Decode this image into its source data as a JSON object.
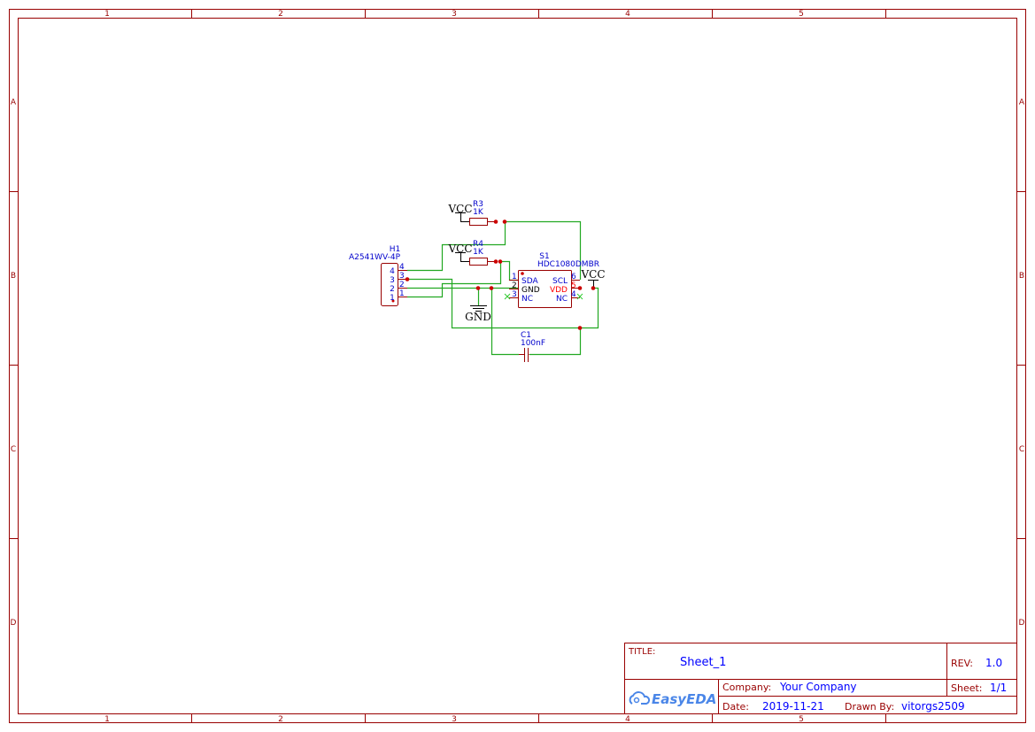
{
  "frame": {
    "columns": [
      "1",
      "2",
      "3",
      "4",
      "5"
    ],
    "rows": [
      "A",
      "B",
      "C",
      "D"
    ]
  },
  "schematic": {
    "h1": {
      "ref": "H1",
      "value": "A2541WV-4P",
      "pins_inner": [
        "4",
        "3",
        "2",
        "1"
      ],
      "pins_outer": [
        "4",
        "3",
        "2",
        "1"
      ]
    },
    "r3": {
      "ref": "R3",
      "value": "1K",
      "supply": "VCC"
    },
    "r4": {
      "ref": "R4",
      "value": "1K",
      "supply": "VCC"
    },
    "s1": {
      "ref": "S1",
      "value": "HDC1080DMBR",
      "pin_nums": [
        "1",
        "2",
        "3",
        "6",
        "5",
        "4"
      ],
      "left_pins": [
        "SDA",
        "GND",
        "NC"
      ],
      "right_pins": [
        "SCL",
        "VDD",
        "NC"
      ]
    },
    "vcc_s1": "VCC",
    "gnd": "GND",
    "c1": {
      "ref": "C1",
      "value": "100nF"
    }
  },
  "title_block": {
    "title_label": "TITLE:",
    "title": "Sheet_1",
    "rev_label": "REV:",
    "rev": "1.0",
    "logo": "EasyEDA",
    "company_label": "Company:",
    "company": "Your Company",
    "sheet_label": "Sheet:",
    "sheet": "1/1",
    "date_label": "Date:",
    "date": "2019-11-21",
    "drawn_label": "Drawn By:",
    "drawn_by": "vitorgs2509"
  },
  "colors": {
    "frame": "#990000",
    "wire": "#22a822",
    "junction": "#cc0000",
    "value": "#0000ff"
  }
}
